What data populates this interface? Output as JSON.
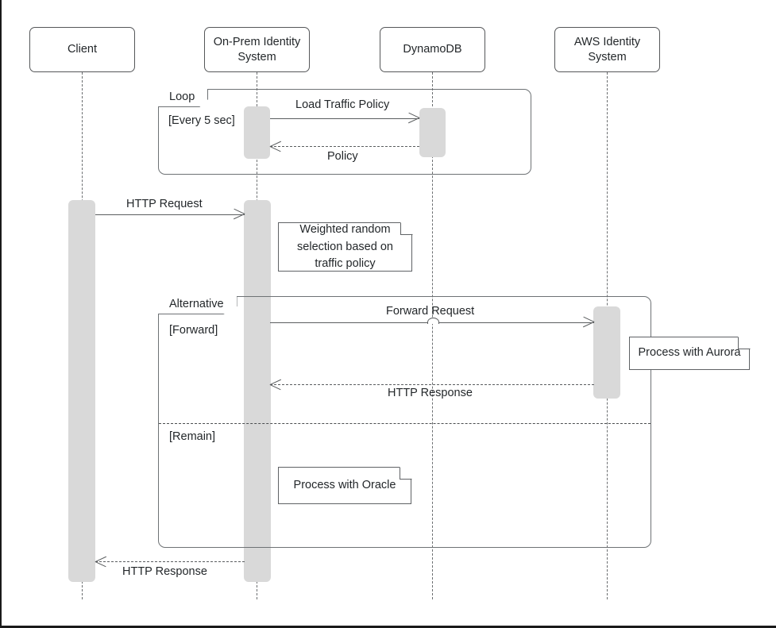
{
  "diagram": {
    "type": "uml-sequence-diagram",
    "title": "Traffic routing between On-Prem and AWS identity systems"
  },
  "lifelines": [
    {
      "id": "client",
      "label": "Client"
    },
    {
      "id": "onprem",
      "label": "On-Prem Identity System"
    },
    {
      "id": "dynamo",
      "label": "DynamoDB"
    },
    {
      "id": "aws",
      "label": "AWS Identity System"
    }
  ],
  "fragments": [
    {
      "id": "loop",
      "label": "Loop",
      "guards": [
        "[Every 5 sec]"
      ]
    },
    {
      "id": "alternative",
      "label": "Alternative",
      "guards": [
        "[Forward]",
        "[Remain]"
      ]
    }
  ],
  "messages": [
    {
      "id": "load-traffic-policy",
      "label": "Load Traffic Policy",
      "from": "onprem",
      "to": "dynamo",
      "style": "solid",
      "direction": "right"
    },
    {
      "id": "policy",
      "label": "Policy",
      "from": "dynamo",
      "to": "onprem",
      "style": "dashed",
      "direction": "left"
    },
    {
      "id": "http-request",
      "label": "HTTP Request",
      "from": "client",
      "to": "onprem",
      "style": "solid",
      "direction": "right"
    },
    {
      "id": "forward-request",
      "label": "Forward Request",
      "from": "onprem",
      "to": "aws",
      "style": "solid",
      "direction": "right"
    },
    {
      "id": "http-response-aws",
      "label": "HTTP Response",
      "from": "aws",
      "to": "onprem",
      "style": "dashed",
      "direction": "left"
    },
    {
      "id": "http-response-client",
      "label": "HTTP Response",
      "from": "onprem",
      "to": "client",
      "style": "dashed",
      "direction": "left"
    }
  ],
  "notes": [
    {
      "id": "note-weighted",
      "text": "Weighted random selection based on traffic policy"
    },
    {
      "id": "note-aurora",
      "text": "Process with Aurora"
    },
    {
      "id": "note-oracle",
      "text": "Process with Oracle"
    }
  ],
  "colors": {
    "stroke": "#5a5d5f",
    "box_border": "#555759",
    "activation_fill": "#d9d9d9",
    "text": "#23272a",
    "background": "#ffffff"
  }
}
